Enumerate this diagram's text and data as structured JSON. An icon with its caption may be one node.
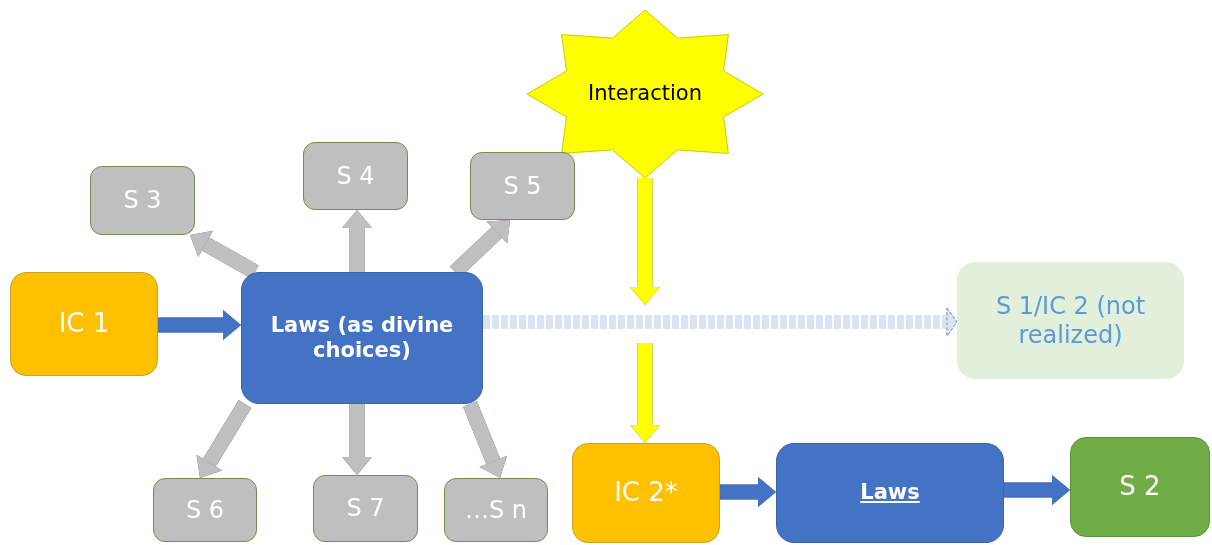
{
  "diagram": {
    "nodes": [
      {
        "text": [
          "Interaction"
        ]
      },
      {
        "text": [
          "S 3"
        ]
      },
      {
        "text": [
          "S 4"
        ]
      },
      {
        "text": [
          "S 5"
        ]
      },
      {
        "text": [
          "IC 1"
        ]
      },
      {
        "text": [
          "Laws (as divine choices)"
        ]
      },
      {
        "text": [
          "S 1/IC 2 (not realized)"
        ]
      },
      {
        "text": [
          "IC 2*"
        ]
      },
      {
        "text": [
          "Laws"
        ]
      },
      {
        "text": [
          "S 2"
        ]
      },
      {
        "text": [
          "S 6"
        ]
      },
      {
        "text": [
          "S 7"
        ]
      },
      {
        "text": [
          "…S n"
        ]
      }
    ],
    "edges": [
      {
        "from": 4,
        "to": 5,
        "arrow": "to",
        "color": "#4472c4"
      },
      {
        "from": 5,
        "to": 1,
        "arrow": "to"
      },
      {
        "from": 5,
        "to": 2,
        "arrow": "to"
      },
      {
        "from": 5,
        "to": 3,
        "arrow": "to"
      },
      {
        "from": 5,
        "to": 10,
        "arrow": "to"
      },
      {
        "from": 5,
        "to": 11,
        "arrow": "to"
      },
      {
        "from": 5,
        "to": 12,
        "arrow": "to"
      },
      {
        "from": 0,
        "to": null,
        "arrow": "to",
        "color": "#ffff00"
      },
      {
        "from": null,
        "to": 7,
        "arrow": "to",
        "color": "#ffff00"
      },
      {
        "from": 5,
        "to": 6,
        "arrow": "to",
        "style": "dashed",
        "color": "#dae3f3"
      },
      {
        "from": 7,
        "to": 8,
        "arrow": "to",
        "color": "#4472c4"
      },
      {
        "from": 8,
        "to": 9,
        "arrow": "to",
        "color": "#4472c4"
      }
    ]
  }
}
